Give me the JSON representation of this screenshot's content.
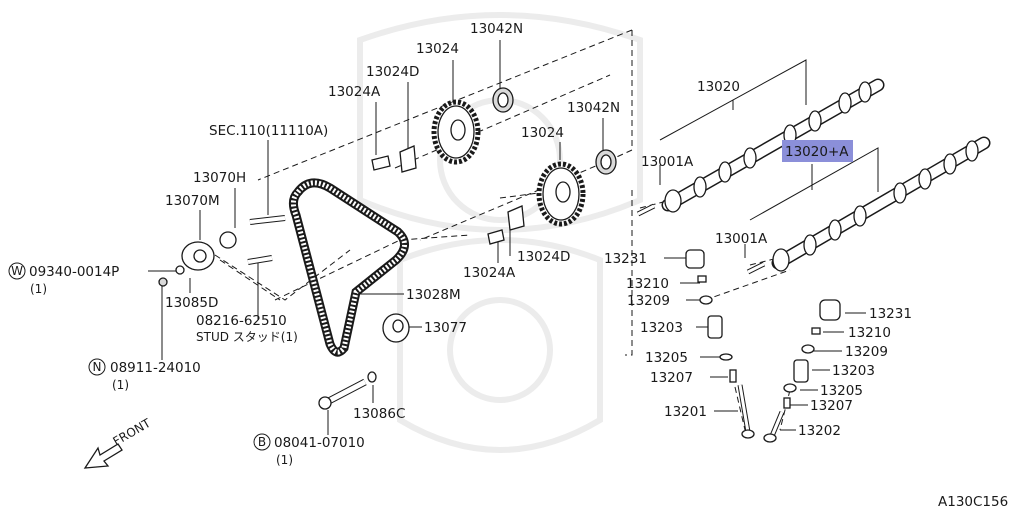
{
  "labels": {
    "l13024_top": "13024",
    "l13042n_top": "13042N",
    "l13024d_top": "13024D",
    "l13024a_top": "13024A",
    "l13020": "13020",
    "l13042n_mid": "13042N",
    "l13024_mid": "13024",
    "sec110": "SEC.110(11110A)",
    "l13070h": "13070H",
    "l13001a_top": "13001A",
    "l13020a": "13020+A",
    "l13070m": "13070M",
    "l13024d_mid": "13024D",
    "l13001a_mid": "13001A",
    "w_part": "09340-0014P",
    "w_qty": "(1)",
    "l13231_l": "13231",
    "l13024a_mid": "13024A",
    "l13210_l": "13210",
    "l13028m": "13028M",
    "l13085d": "13085D",
    "l13209_l": "13209",
    "l13231_r": "13231",
    "stud_part": "08216-62510",
    "stud_desc": "STUD スタッド(1)",
    "l13203_l": "13203",
    "l13077": "13077",
    "l13210_r": "13210",
    "l13209_r": "13209",
    "l13205_l": "13205",
    "n_part": "08911-24010",
    "n_qty": "(1)",
    "l13203_r": "13203",
    "l13207_l": "13207",
    "l13205_r": "13205",
    "l13207_r": "13207",
    "l13086c": "13086C",
    "l13201": "13201",
    "front": "FRONT",
    "l13202": "13202",
    "b_part": "08041-07010",
    "b_qty": "(1)",
    "code": "A130C156"
  },
  "badges": {
    "w": "W",
    "n": "N",
    "b": "B"
  },
  "colors": {
    "highlight": "#8b8fd9",
    "ink": "#1a1a1a",
    "watermark": "#ececec"
  }
}
